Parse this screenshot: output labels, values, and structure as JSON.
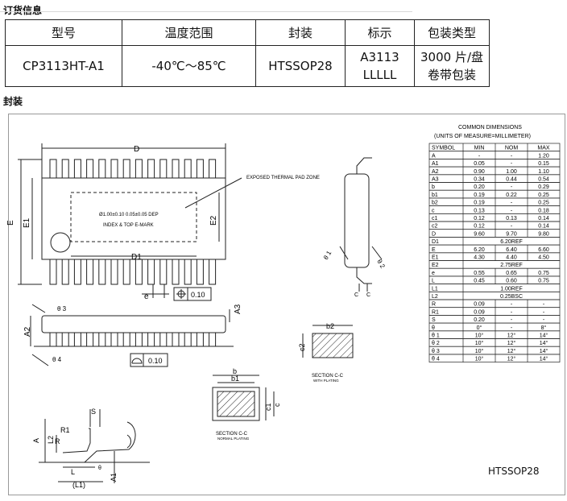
{
  "order": {
    "title": "订货信息",
    "headers": [
      "型号",
      "温度范围",
      "封装",
      "标示",
      "包装类型"
    ],
    "row": {
      "model": "CP3113HT-A1",
      "temp": "-40℃～85℃",
      "package": "HTSSOP28",
      "marking_line1": "A3113",
      "marking_line2": "LLLLL",
      "packing_line1": "3000 片/盘",
      "packing_line2": "卷带包装"
    }
  },
  "package": {
    "title": "封装",
    "name": "HTSSOP28",
    "dims_title_1": "COMMON DIMENSIONS",
    "dims_title_2": "(UNITS OF MEASURE=MILLIMETER)",
    "dims_headers": [
      "SYMBOL",
      "MIN",
      "NOM",
      "MAX"
    ],
    "dims_rows": [
      [
        "A",
        "-",
        "-",
        "1.20"
      ],
      [
        "A1",
        "0.05",
        "-",
        "0.15"
      ],
      [
        "A2",
        "0.90",
        "1.00",
        "1.10"
      ],
      [
        "A3",
        "0.34",
        "0.44",
        "0.54"
      ],
      [
        "b",
        "0.20",
        "-",
        "0.29"
      ],
      [
        "b1",
        "0.19",
        "0.22",
        "0.25"
      ],
      [
        "b2",
        "0.19",
        "-",
        "0.25"
      ],
      [
        "c",
        "0.13",
        "-",
        "0.18"
      ],
      [
        "c1",
        "0.12",
        "0.13",
        "0.14"
      ],
      [
        "c2",
        "0.12",
        "-",
        "0.14"
      ],
      [
        "D",
        "9.60",
        "9.70",
        "9.80"
      ],
      [
        "D1",
        "6.20REF",
        "",
        ""
      ],
      [
        "E",
        "6.20",
        "6.40",
        "6.60"
      ],
      [
        "E1",
        "4.30",
        "4.40",
        "4.50"
      ],
      [
        "E2",
        "2.75REF",
        "",
        ""
      ],
      [
        "e",
        "0.55",
        "0.65",
        "0.75"
      ],
      [
        "L",
        "0.45",
        "0.60",
        "0.75"
      ],
      [
        "L1",
        "1.00REF",
        "",
        ""
      ],
      [
        "L2",
        "0.25BSC",
        "",
        ""
      ],
      [
        "R",
        "0.09",
        "-",
        "-"
      ],
      [
        "R1",
        "0.09",
        "-",
        "-"
      ],
      [
        "S",
        "0.20",
        "-",
        "-"
      ],
      [
        "θ",
        "0°",
        "-",
        "8°"
      ],
      [
        "θ 1",
        "10°",
        "12°",
        "14°"
      ],
      [
        "θ 2",
        "10°",
        "12°",
        "14°"
      ],
      [
        "θ 3",
        "10°",
        "12°",
        "14°"
      ],
      [
        "θ 4",
        "10°",
        "12°",
        "14°"
      ]
    ],
    "labels": {
      "D": "D",
      "D1": "D1",
      "E": "E",
      "E1": "E1",
      "E2": "E2",
      "e": "e",
      "tol1": "0.10",
      "tol2": "0.10",
      "thermal": "EXPOSED THERMAL PAD ZONE",
      "dep": "Ø1.00±0.10  0.05±0.05 DEP",
      "index": "INDEX & TOP E-MARK",
      "A": "A",
      "A1": "A1",
      "A2": "A2",
      "A3": "A3",
      "theta1": "θ 1",
      "theta2": "θ 2",
      "theta3": "θ 3",
      "theta4": "θ 4",
      "b": "b",
      "b1": "b1",
      "b2": "b2",
      "c": "c",
      "c1": "c1",
      "c2": "c2",
      "section1": "SECTION C-C",
      "section1_sub": "WITH PLATING",
      "section2": "SECTION C-C",
      "section2_sub": "NORMAL PLATING",
      "S": "S",
      "R1": "R1",
      "R": "R",
      "L": "L",
      "L1": "(L1)",
      "L2": "L2",
      "theta": "θ",
      "C1": "C",
      "C2": "C"
    }
  }
}
